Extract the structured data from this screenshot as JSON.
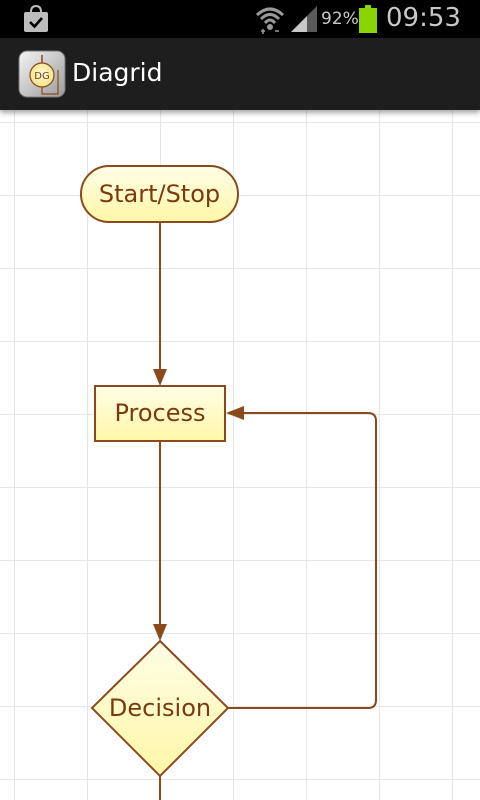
{
  "status_bar": {
    "battery_percent": "92%",
    "time": "09:53",
    "icons": [
      "shopping-bag-check-icon",
      "wifi-icon",
      "signal-icon",
      "battery-icon"
    ]
  },
  "action_bar": {
    "title": "Diagrid",
    "app_icon_label": "DG"
  },
  "diagram": {
    "nodes": {
      "start_stop": "Start/Stop",
      "process": "Process",
      "decision": "Decision"
    },
    "colors": {
      "stroke": "#8a4a1c",
      "fill_top": "#fffde6",
      "fill_bottom": "#fff7a8",
      "text": "#7a3a10"
    }
  }
}
